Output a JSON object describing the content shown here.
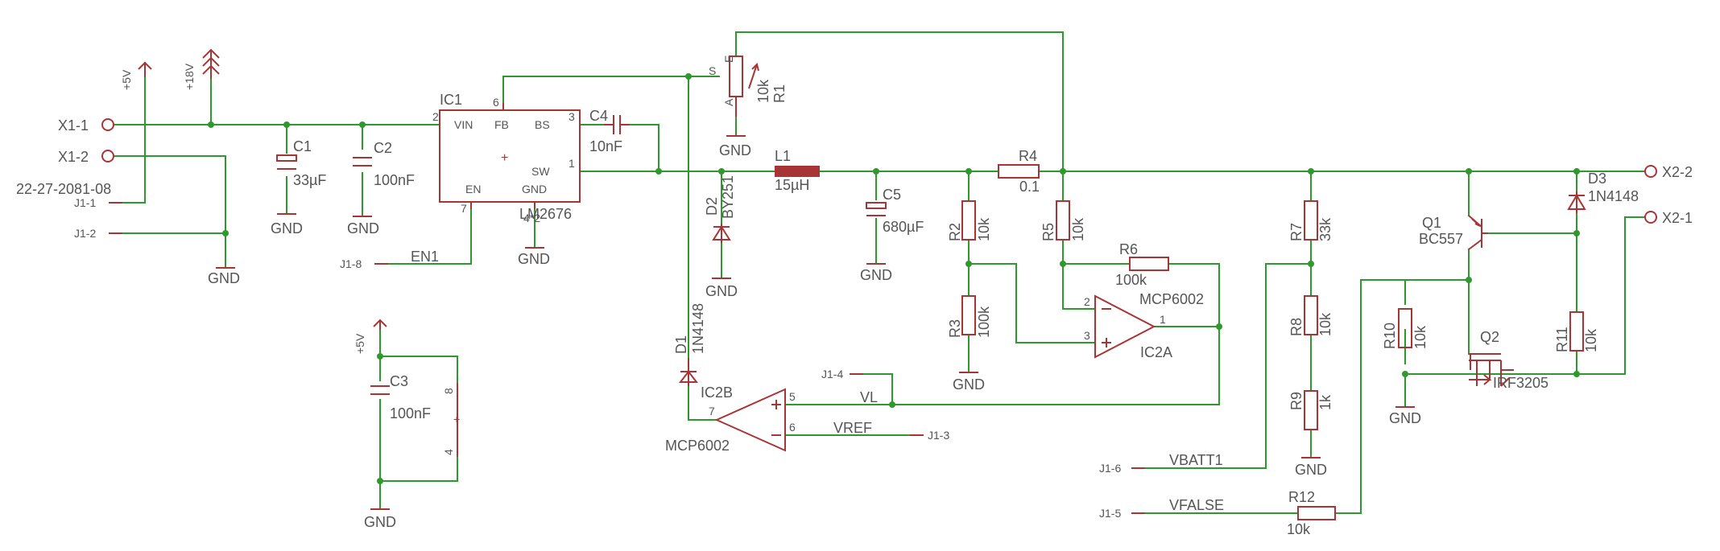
{
  "schematic": {
    "connectors": {
      "x1_1": "X1-1",
      "x1_2": "X1-2",
      "x1_part": "22-27-2081-08",
      "x2_2": "X2-2",
      "x2_1": "X2-1",
      "j1_1": "J1-1",
      "j1_2": "J1-2",
      "j1_8": "J1-8",
      "j1_4": "J1-4",
      "j1_3": "J1-3",
      "j1_6": "J1-6",
      "j1_5": "J1-5"
    },
    "supplies": {
      "p5v": "+5V",
      "p18v": "+18V",
      "p5v_b": "+5V",
      "gnd": "GND"
    },
    "ic1": {
      "name": "IC1",
      "part": "LM2676",
      "vin": "VIN",
      "fb": "FB",
      "bs": "BS",
      "sw": "SW",
      "en": "EN",
      "gnd": "GND",
      "pin2": "2",
      "pin6": "6",
      "pin3": "3",
      "pin1": "1",
      "pin7": "7",
      "pin4": "4*2"
    },
    "caps": {
      "c1_name": "C1",
      "c1_val": "33µF",
      "c2_name": "C2",
      "c2_val": "100nF",
      "c3_name": "C3",
      "c3_val": "100nF",
      "c4_name": "C4",
      "c4_val": "10nF",
      "c5_name": "C5",
      "c5_val": "680µF"
    },
    "inductor": {
      "name": "L1",
      "val": "15µH"
    },
    "diodes": {
      "d1_name": "D1",
      "d1_val": "1N4148",
      "d2_name": "D2",
      "d2_val": "BY251",
      "d3_name": "D3",
      "d3_val": "1N4148"
    },
    "resistors": {
      "r1_name": "R1",
      "r1_val": "10k",
      "r1_s": "S",
      "r1_e": "E",
      "r1_a": "A",
      "r2_name": "R2",
      "r2_val": "10k",
      "r3_name": "R3",
      "r3_val": "100k",
      "r4_name": "R4",
      "r4_val": "0.1",
      "r5_name": "R5",
      "r5_val": "10k",
      "r6_name": "R6",
      "r6_val": "100k",
      "r7_name": "R7",
      "r7_val": "33k",
      "r8_name": "R8",
      "r8_val": "10k",
      "r9_name": "R9",
      "r9_val": "1k",
      "r10_name": "R10",
      "r10_val": "10k",
      "r11_name": "R11",
      "r11_val": "10k",
      "r12_name": "R12",
      "r12_val": "10k"
    },
    "opamps": {
      "ic2a_name": "IC2A",
      "ic2a_part": "MCP6002",
      "ic2a_p2": "2",
      "ic2a_p3": "3",
      "ic2a_p1": "1",
      "ic2b_name": "IC2B",
      "ic2b_part": "MCP6002",
      "ic2b_p5": "5",
      "ic2b_p6": "6",
      "ic2b_p7": "7",
      "ic2p_p8": "8",
      "ic2p_p4": "4"
    },
    "transistors": {
      "q1_name": "Q1",
      "q1_val": "BC557",
      "q2_name": "Q2",
      "q2_val": "IRF3205"
    },
    "nets": {
      "en1": "EN1",
      "vl": "VL",
      "vref": "VREF",
      "vbatt1": "VBATT1",
      "vfalse": "VFALSE"
    }
  }
}
